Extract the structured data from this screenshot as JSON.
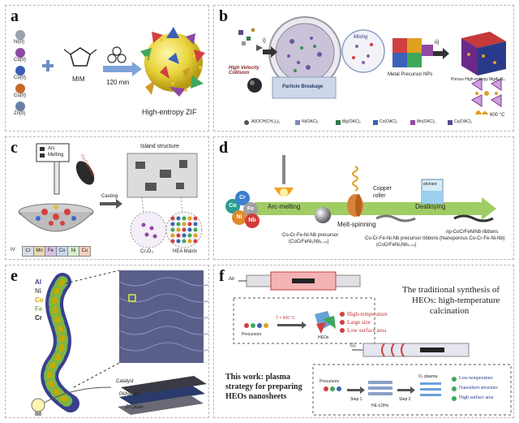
{
  "panels": {
    "a": {
      "label": "a",
      "ions": [
        "Ni(II)",
        "Cd(II)",
        "Co(II)",
        "Cu(II)",
        "Zn(II)"
      ],
      "ion_colors": [
        "#9aa3ad",
        "#8e4aa3",
        "#3b5fb3",
        "#c66a2d",
        "#6a7fa8"
      ],
      "ligand": "MIM",
      "time": "120 min",
      "product": "High-entropy ZIF"
    },
    "b": {
      "label": "b",
      "collision": "High Velocity Collision",
      "breakage": "Particle Breakage",
      "mixing": "Mixing",
      "step_i": "i)",
      "step_ii": "ii)",
      "nps": "Metal Precursor NPs",
      "product": "Porous High-entropy MgAl₂O₄",
      "temp": "600 °C",
      "salts": [
        "Al(OCH(CH₃)₂)₃",
        "Ni(OAC)₂",
        "Mg(OAC)₂",
        "Co(OAC)₂",
        "Mn(OAC)₂",
        "Cu(OAC)₂"
      ]
    },
    "c": {
      "label": "c",
      "arc_line1": "Arc",
      "arc_line2": "Melting",
      "powder": "Cu₂O powder",
      "casting": "Casting",
      "island": "Island structure",
      "oxide": "Cr₂O₃",
      "matrix": "HEA Matrix",
      "row_label": "IV",
      "elements": [
        "Cr",
        "Mn",
        "Fe",
        "Co",
        "Ni",
        "Cu"
      ],
      "element_colors": [
        "#d9dde8",
        "#e8d9b0",
        "#d6c1e4",
        "#c8d9ee",
        "#d9ecd0",
        "#f1d0c0"
      ]
    },
    "d": {
      "label": "d",
      "atoms": [
        "Co",
        "Cr",
        "Fe",
        "Ni",
        "Nb"
      ],
      "atom_colors": [
        "#2a9d8f",
        "#3a7fd0",
        "#a0a0a0",
        "#e08a2c",
        "#d43b3b"
      ],
      "step1": "Arc-melting",
      "step2": "Melt-spinning",
      "step3": "Dealloying",
      "roller_line1": "Copper",
      "roller_line2": "roller",
      "etchant": "etchant",
      "prod1_line1": "Co-Cr-Fe-Ni-Nb precursor",
      "prod1_line2": "(CoCrFeNi₂Nb₀.₇₄)",
      "prod2_line1": "Co-Cr-Fe-Ni-Nb precursor ribbons",
      "prod2_line2": "(CoCrFeNi₂Nb₀.₇₄)",
      "prod3_line1": "np-CoCrFeNiNb ribbons",
      "prod3_line2": "(Nanoporous Co-Cr-Fe-Ni-Nb)"
    },
    "e": {
      "label": "e",
      "elements": [
        "Al",
        "Ni",
        "Co",
        "Fe",
        "Cr"
      ],
      "element_colors": [
        "#3a3f8f",
        "#6c6c6c",
        "#c9a800",
        "#7ab648",
        "#222222"
      ],
      "catalyst": "Catalyst",
      "gel": "PANa gel",
      "plate": "Zn plate"
    },
    "f": {
      "label": "f",
      "air": "Air",
      "o2": "O₂",
      "temp": "T = 900 °C",
      "precursors": "Precursors",
      "heos": "HEOs",
      "trad_title_line1": "The traditional synthesis of",
      "trad_title_line2": "HEOs: high-temperature",
      "trad_title_line3": "calcination",
      "trad_points": [
        "High-temperature",
        "Large size",
        "Low surface area"
      ],
      "work_title_line1": "This work: plasma",
      "work_title_line2": "strategy for preparing",
      "work_title_line3": "HEOs nanosheets",
      "plasma": "O₂ plasma",
      "step1": "Step 1",
      "step2": "Step 2",
      "intermediate": "HE-LDHs",
      "work_points": [
        "Low-temperature",
        "Nanosheet structure",
        "High surface area"
      ]
    }
  }
}
